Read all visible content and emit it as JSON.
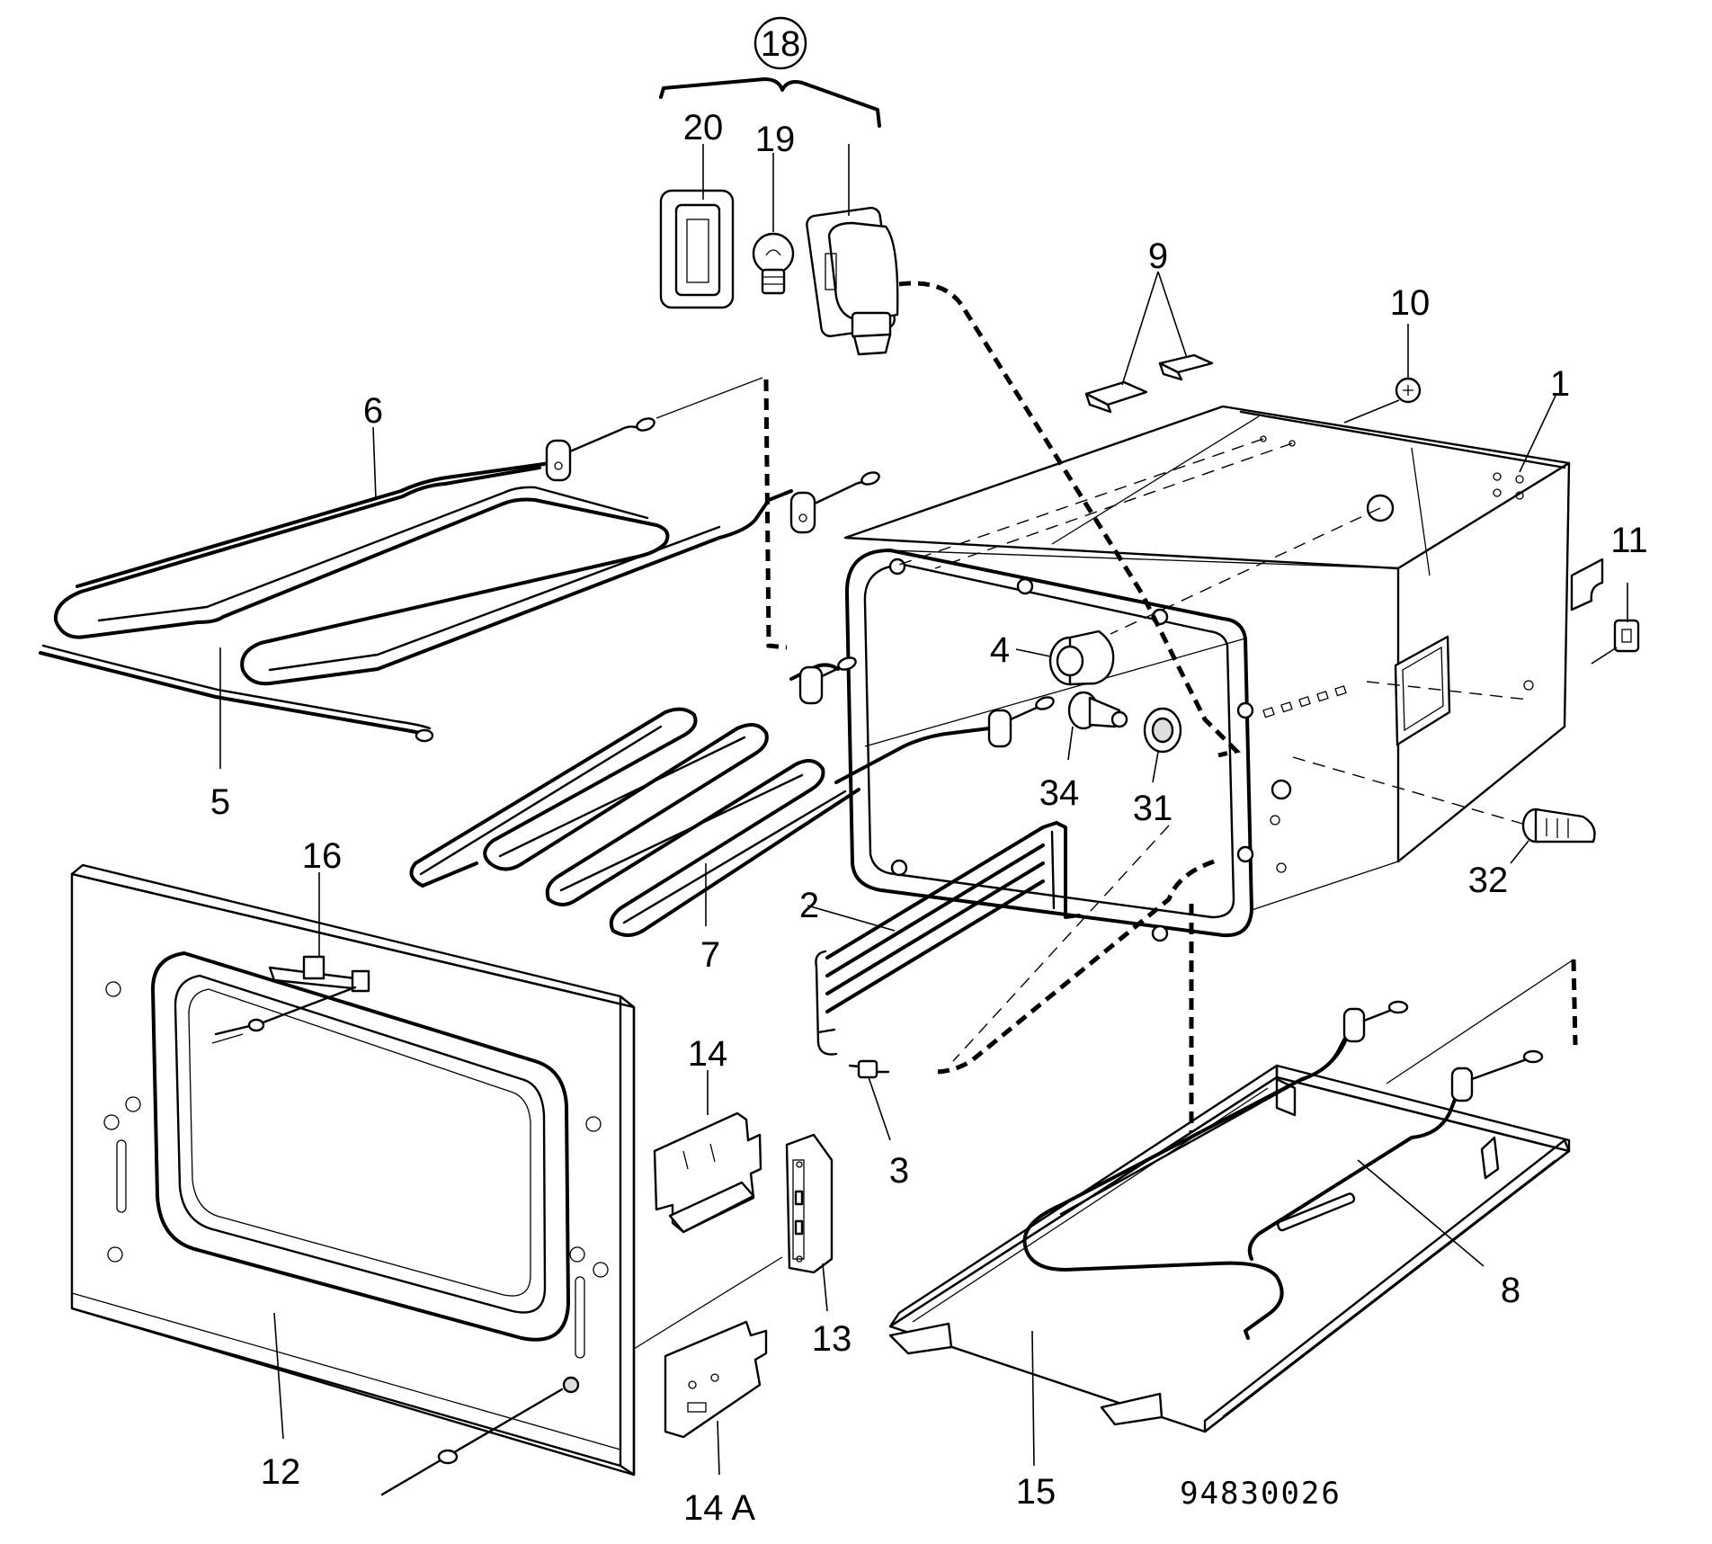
{
  "diagram": {
    "reference_code": "94830026",
    "callouts": {
      "c1": "1",
      "c2": "2",
      "c3": "3",
      "c4": "4",
      "c5": "5",
      "c6": "6",
      "c7": "7",
      "c8": "8",
      "c9": "9",
      "c10": "10",
      "c11": "11",
      "c12": "12",
      "c13": "13",
      "c14": "14",
      "c14a": "14 A",
      "c15": "15",
      "c16": "16",
      "c18": "18",
      "c19": "19",
      "c20": "20",
      "c31": "31",
      "c32": "32",
      "c34": "34"
    }
  }
}
